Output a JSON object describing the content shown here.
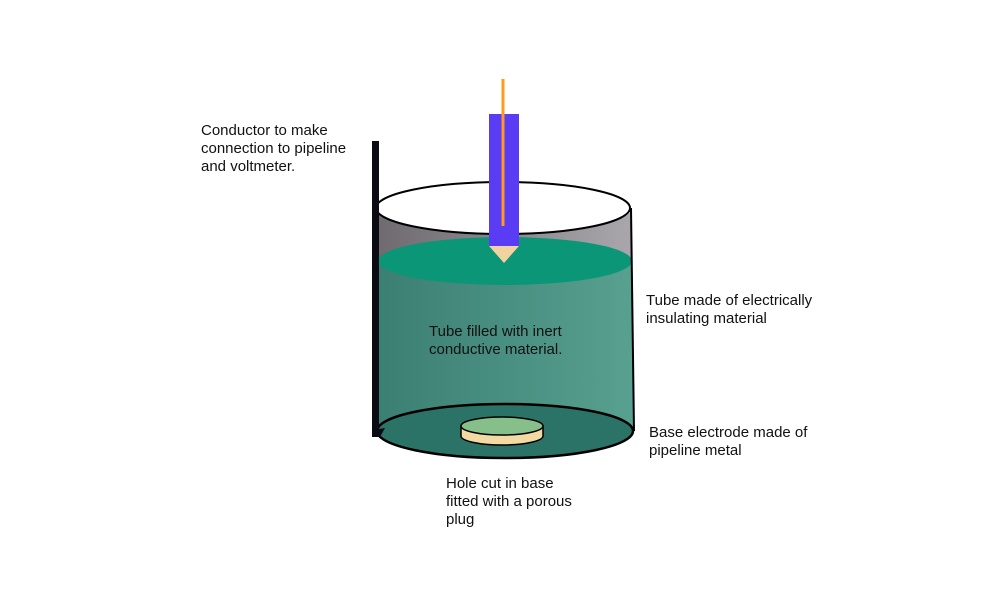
{
  "diagram": {
    "title": "Reference electrode (half-cell) cross-section",
    "labels": {
      "conductor": "Conductor to make\nconnection to pipeline\nand voltmeter.",
      "filled": "Tube filled with inert\nconductive material.",
      "tube": "Tube made of electrically\n insulating material",
      "base": "Base electrode made of\npipeline metal",
      "hole": "Hole cut in base\nfitted with a porous\nplug"
    },
    "colors": {
      "conductor_rod": "#0b0b14",
      "outline": "#000000",
      "tube_inner_wall_left": "#6e6a70",
      "tube_inner_wall_right": "#a9a7ab",
      "fill_surface": "#0a9677",
      "fill_body_left": "#3b7f73",
      "fill_body_right": "#58a090",
      "base_ellipse": "#2b7366",
      "electrode_body": "#5a3cf5",
      "electrode_wire": "#ff9a1f",
      "electrode_tip": "#f2d3a0",
      "plug_top": "#86bf8a",
      "plug_side": "#f3d9a2"
    }
  }
}
